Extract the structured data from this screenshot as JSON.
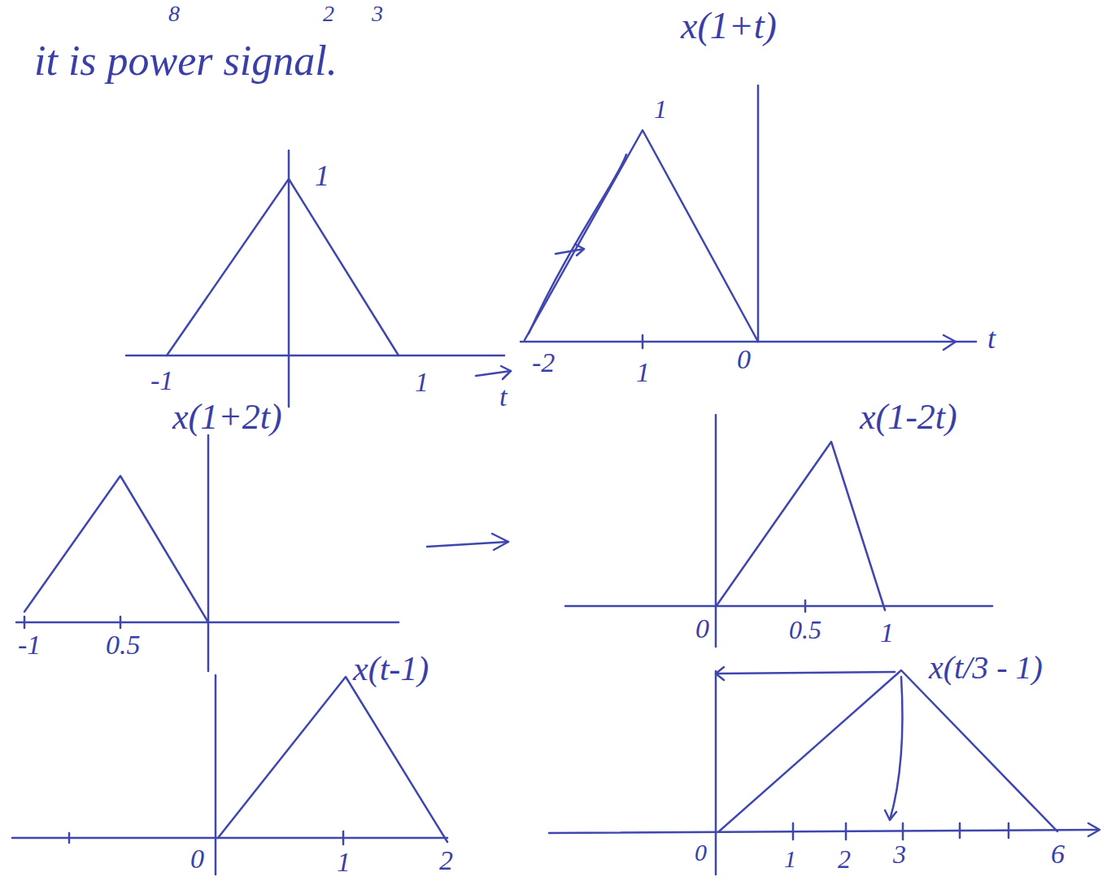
{
  "diagram": {
    "labels": [
      "8",
      "2",
      "3",
      "it is power signal.",
      "1",
      "-1",
      "1",
      "t",
      "x(1+t)",
      "1",
      "-2",
      "1",
      "0",
      "t",
      "x(1+2t)",
      "-1",
      "0.5",
      "x(1-2t)",
      "0",
      "0.5",
      "1",
      "x(t-1)",
      "0",
      "1",
      "2",
      "x(t/3 - 1)",
      "0",
      "1",
      "2",
      "3",
      "6"
    ]
  }
}
